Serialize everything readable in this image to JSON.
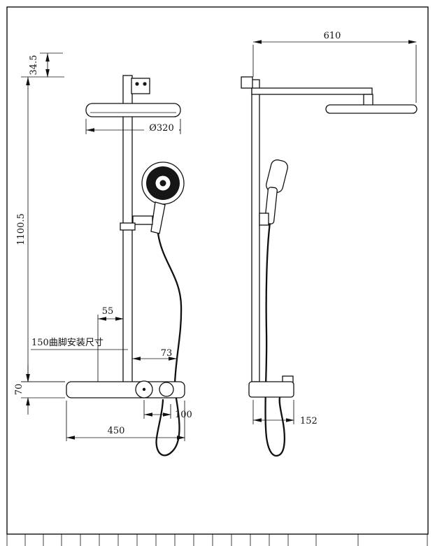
{
  "style": {
    "line_color": "#111111",
    "background": "#ffffff"
  },
  "front_view": {
    "dim_top_offset": "34.5",
    "dim_total_height": "1100.5",
    "dim_head_diameter": "Ø320",
    "dim_riser_offset": "55",
    "dim_foot_note": "150曲脚安装尺寸",
    "dim_hose_to_pipe": "73",
    "dim_bar_height": "70",
    "dim_outlet_offset": "100",
    "dim_bar_width": "450"
  },
  "side_view": {
    "dim_arm_reach": "610",
    "dim_bar_depth": "152"
  }
}
